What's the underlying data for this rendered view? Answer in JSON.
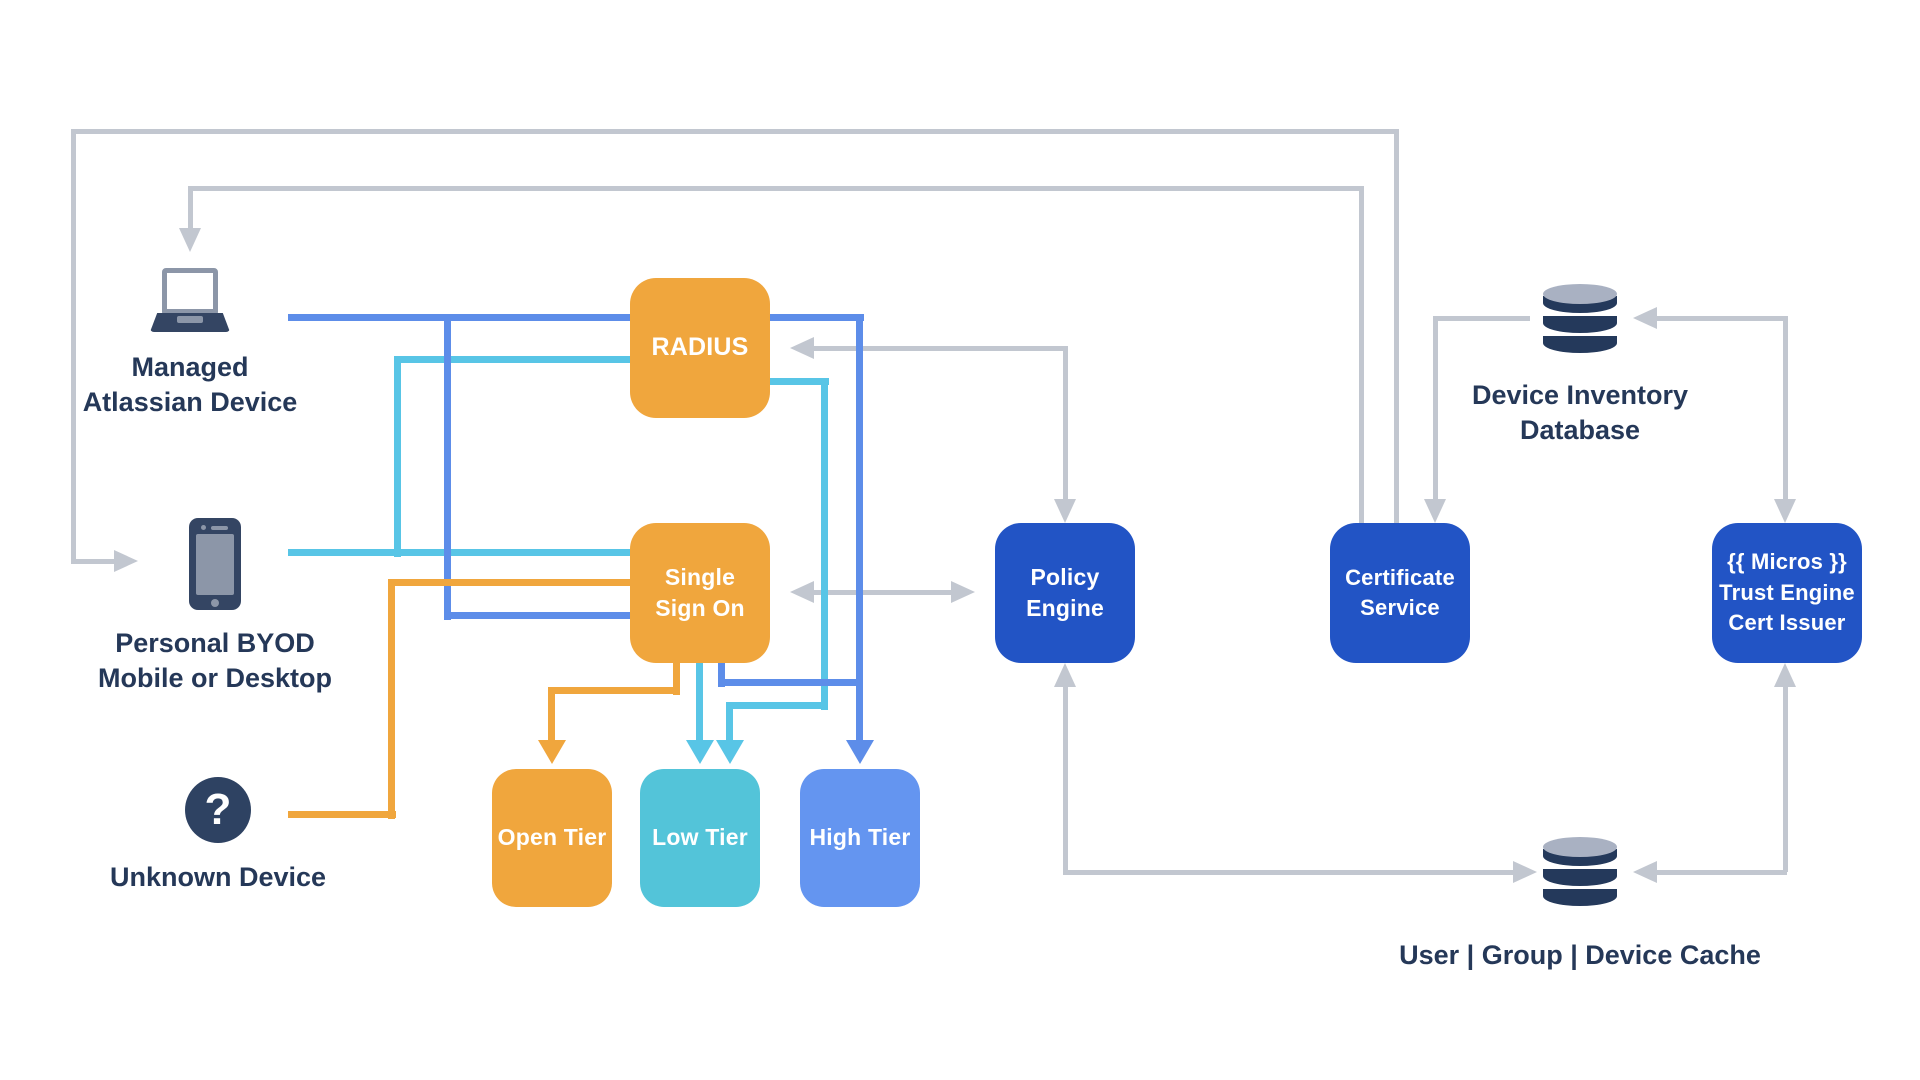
{
  "palette": {
    "background": "#FFFFFF",
    "gray_line": "#C2C7D0",
    "blue_line": "#5D8DE9",
    "cyan_line": "#58C5E6",
    "orange": "#F0A63D",
    "royal_blue_box": "#2254C5",
    "low_tier_box": "#53C4D9",
    "high_tier_box": "#6495F0",
    "label_text": "#253858",
    "icon_navy": "#344563",
    "icon_gray": "#8C96A8",
    "db_top": "#A9B1C2",
    "db_body": "#24395B"
  },
  "devices": {
    "managed": {
      "icon": "laptop-icon",
      "lines": [
        "Managed",
        "Atlassian Device"
      ]
    },
    "byod": {
      "icon": "smartphone-icon",
      "lines": [
        "Personal BYOD",
        "Mobile or Desktop"
      ]
    },
    "unknown": {
      "icon": "question-mark-icon",
      "glyph": "?",
      "label": "Unknown Device"
    }
  },
  "nodes": {
    "radius": {
      "label": "RADIUS"
    },
    "sso": {
      "lines": [
        "Single",
        "Sign On"
      ]
    },
    "open_tier": {
      "label": "Open Tier"
    },
    "low_tier": {
      "label": "Low Tier"
    },
    "high_tier": {
      "label": "High Tier"
    },
    "policy": {
      "lines": [
        "Policy",
        "Engine"
      ]
    },
    "cert": {
      "lines": [
        "Certificate",
        "Service"
      ]
    },
    "trust": {
      "lines": [
        "{{ Micros }}",
        "Trust Engine",
        "Cert Issuer"
      ]
    }
  },
  "datastores": {
    "inventory": {
      "icon": "database-icon",
      "lines": [
        "Device Inventory",
        "Database"
      ]
    },
    "cache": {
      "icon": "database-icon",
      "label": "User | Group | Device Cache"
    }
  },
  "edges": [
    {
      "from": "certificate-service",
      "to": "personal-byod-device",
      "color": "gray",
      "arrow": "single"
    },
    {
      "from": "certificate-service",
      "to": "managed-atlassian-device",
      "color": "gray",
      "arrow": "single"
    },
    {
      "from": "managed-atlassian-device",
      "to": "radius",
      "color": "blue",
      "arrow": "none"
    },
    {
      "from": "managed-atlassian-device",
      "to": "single-sign-on",
      "color": "blue",
      "arrow": "none"
    },
    {
      "from": "personal-byod-device",
      "to": "radius",
      "color": "cyan",
      "arrow": "none"
    },
    {
      "from": "personal-byod-device",
      "to": "single-sign-on",
      "color": "cyan",
      "arrow": "none"
    },
    {
      "from": "unknown-device",
      "to": "single-sign-on",
      "color": "orange",
      "arrow": "none"
    },
    {
      "from": "single-sign-on",
      "to": "open-tier",
      "color": "orange",
      "arrow": "single"
    },
    {
      "from": "single-sign-on",
      "to": "low-tier",
      "color": "cyan",
      "arrow": "single"
    },
    {
      "from": "radius",
      "to": "low-tier",
      "color": "cyan",
      "arrow": "single"
    },
    {
      "from": "radius",
      "to": "high-tier",
      "color": "blue",
      "arrow": "single"
    },
    {
      "from": "single-sign-on",
      "to": "high-tier",
      "color": "blue",
      "arrow": "single"
    },
    {
      "from": "radius",
      "to": "policy-engine",
      "color": "gray",
      "arrow": "both"
    },
    {
      "from": "single-sign-on",
      "to": "policy-engine",
      "color": "gray",
      "arrow": "both"
    },
    {
      "from": "policy-engine",
      "to": "user-group-device-cache",
      "color": "gray",
      "arrow": "both"
    },
    {
      "from": "user-group-device-cache",
      "to": "trust-engine",
      "color": "gray",
      "arrow": "both"
    },
    {
      "from": "device-inventory-database",
      "to": "trust-engine",
      "color": "gray",
      "arrow": "both"
    },
    {
      "from": "device-inventory-database",
      "to": "certificate-service",
      "color": "gray",
      "arrow": "single"
    }
  ]
}
